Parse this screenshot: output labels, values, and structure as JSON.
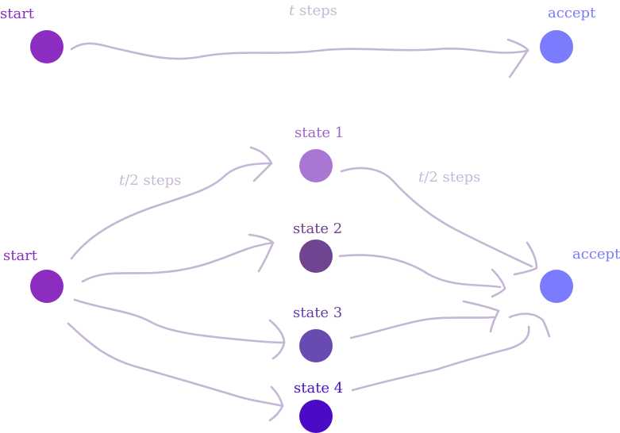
{
  "top": {
    "start_label": "start",
    "accept_label": "accept",
    "steps_var": "t",
    "steps_word": "steps"
  },
  "bottom": {
    "start_label": "start",
    "accept_label": "accept",
    "left_steps_label": "t/2 steps",
    "right_steps_label": "t/2 steps",
    "states": [
      {
        "label": "state 1",
        "color": "#a877d3"
      },
      {
        "label": "state 2",
        "color": "#6f4491"
      },
      {
        "label": "state 3",
        "color": "#694ab1"
      },
      {
        "label": "state 4",
        "color": "#4c0ac6"
      }
    ]
  },
  "colors": {
    "start": "#8b2dc0",
    "start_text": "#8b2dc0",
    "accept": "#7b7bfd",
    "accept_text": "#7b7bfd",
    "arrow": "#c5b6d6",
    "steps_text": "#c7b9d4",
    "state_text": [
      "#9b66c8",
      "#6a3f8c",
      "#6141a8",
      "#4a0ccb"
    ]
  }
}
